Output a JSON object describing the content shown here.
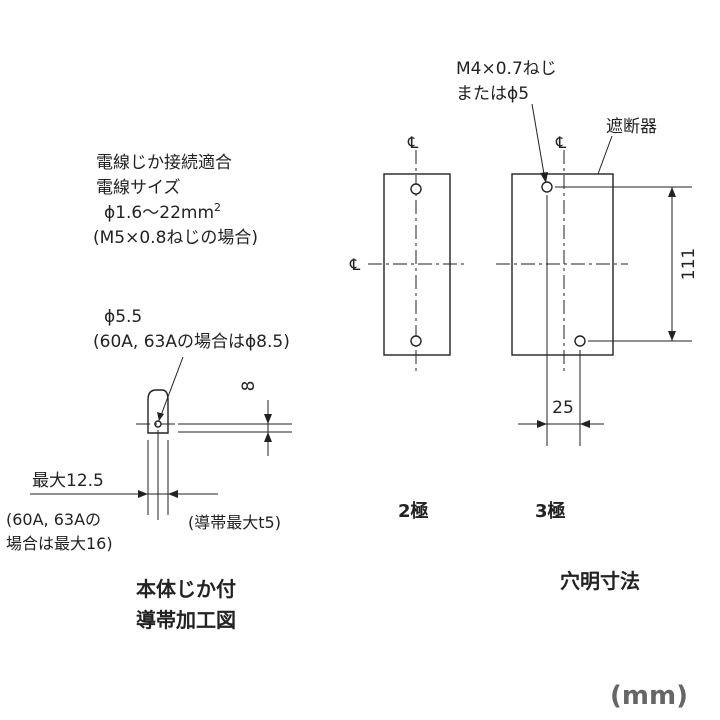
{
  "left_notes": {
    "wire_line1": "電線じか接続適合",
    "wire_line2": "電線サイズ",
    "wire_line3_prefix": "ϕ1.6～22mm",
    "wire_line3_sup": "2",
    "wire_line4": "(M5×0.8ねじの場合)",
    "hole_line1": "ϕ5.5",
    "hole_line2": "(60A, 63Aの場合はϕ8.5)"
  },
  "left_dims": {
    "dim_8": "8",
    "max_width": "最大12.5",
    "max_width_note_line1": "(60A, 63Aの",
    "max_width_note_line2": "場合は最大16)",
    "thickness_note": "(導帯最大t5)"
  },
  "left_caption": {
    "line1": "本体じか付",
    "line2": "導帯加工図"
  },
  "right_notes": {
    "screw_line1": "M4×0.7ねじ",
    "screw_line2": "またはϕ5",
    "breaker_label": "遮断器",
    "centerline_symbol": "℄"
  },
  "right_dims": {
    "dim_111": "111",
    "dim_25": "25"
  },
  "pole_labels": {
    "two_pole": "2極",
    "three_pole": "3極"
  },
  "right_caption": "穴明寸法",
  "unit_label": "(mm)"
}
